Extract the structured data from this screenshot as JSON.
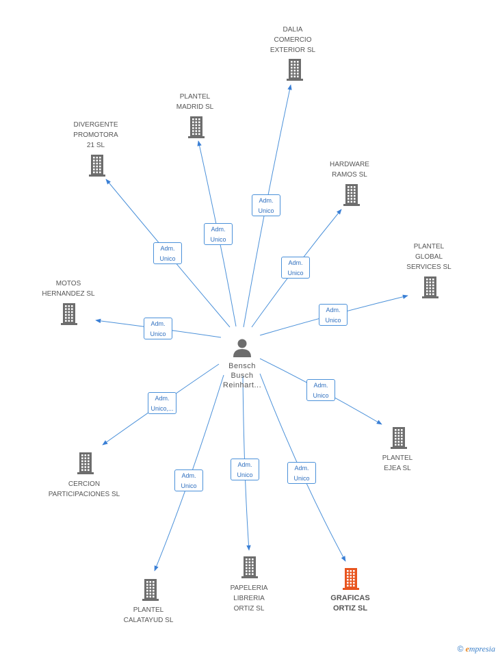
{
  "center": {
    "name": "Bensch\nBusch\nReinhart..."
  },
  "nodes": [
    {
      "id": "dalia",
      "name": "DALIA\nCOMERCIO\nEXTERIOR SL",
      "role": "Adm.\nUnico",
      "highlight": false
    },
    {
      "id": "plantel-madrid",
      "name": "PLANTEL\nMADRID SL",
      "role": "Adm.\nUnico",
      "highlight": false
    },
    {
      "id": "divergente",
      "name": "DIVERGENTE\nPROMOTORA\n21 SL",
      "role": "Adm.\nUnico",
      "highlight": false
    },
    {
      "id": "hardware-ramos",
      "name": "HARDWARE\nRAMOS SL",
      "role": "Adm.\nUnico",
      "highlight": false
    },
    {
      "id": "plantel-global",
      "name": "PLANTEL\nGLOBAL\nSERVICES SL",
      "role": "Adm.\nUnico",
      "highlight": false
    },
    {
      "id": "motos-hernandez",
      "name": "MOTOS\nHERNANDEZ SL",
      "role": "Adm.\nUnico",
      "highlight": false
    },
    {
      "id": "plantel-ejea",
      "name": "PLANTEL\nEJEA SL",
      "role": "Adm.\nUnico",
      "highlight": false
    },
    {
      "id": "cercion",
      "name": "CERCION\nPARTICIPACIONES SL",
      "role": "Adm.\nUnico,...",
      "highlight": false
    },
    {
      "id": "plantel-calatayud",
      "name": "PLANTEL\nCALATAYUD SL",
      "role": "Adm.\nUnico",
      "highlight": false
    },
    {
      "id": "papeleria",
      "name": "PAPELERIA\nLIBRERIA\nORTIZ SL",
      "role": "Adm.\nUnico",
      "highlight": false
    },
    {
      "id": "graficas",
      "name": "GRAFICAS\nORTIZ SL",
      "role": "Adm.\nUnico",
      "highlight": true
    }
  ],
  "colors": {
    "edge": "#4a90d9",
    "building": "#6d6d6d",
    "highlight": "#e8551f",
    "person": "#6d6d6d"
  },
  "icons": {
    "company": "building-icon",
    "person": "person-icon"
  },
  "brand": {
    "copyright": "©",
    "initial": "e",
    "rest": "mpresia"
  }
}
